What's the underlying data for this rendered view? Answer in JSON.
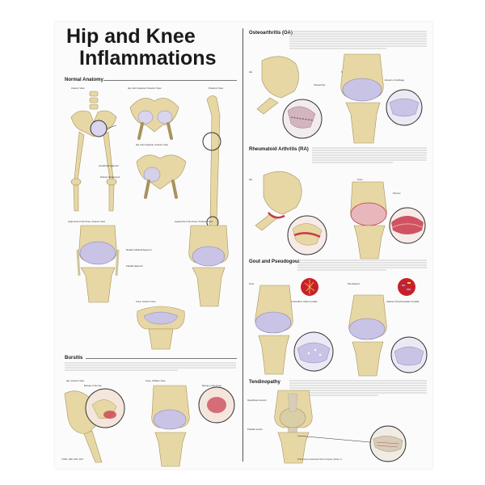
{
  "title": {
    "line1": "Hip and Knee",
    "line2": "Inflammations"
  },
  "sections": {
    "normal_anatomy": "Normal Anatomy",
    "bursitis": "Bursitis",
    "osteoarthritis": "Osteoarthritis (OA)",
    "rheumatoid": "Rheumatoid Arthritis (RA)",
    "gout": "Gout and Pseudogout",
    "tendinopathy": "Tendinopathy"
  },
  "labels": {
    "anterior_view": "Anterior View",
    "hip_capsule_posterior": "Hip Joint Capsule, Posterior View",
    "posterior_view": "Posterior View",
    "acetabular_ligament": "Acetabular ligament",
    "hip_capsule_anterior": "Hip Joint Capsule, Anterior View",
    "iliofemoral_ligament": "Iliofemoral ligament",
    "ligaments_knee_anterior": "Ligaments of the Knee, Anterior View",
    "ligaments_knee_posterior": "Ligaments of the Knee, Posterior View",
    "knee_anterior_view": "Knee, Anterior View",
    "medial_collateral_ligament": "Medial collateral ligament",
    "patellar_ligament": "Patellar ligament",
    "hip": "Hip",
    "knee": "Knee",
    "bursae_of_hip": "Bursae of the Hip",
    "bursae_of_knee": "Bursae of the Knee",
    "hip_anterior_view": "Hip, Anterior View",
    "knee_oblique_view": "Knee, Oblique View",
    "monosodium_urate": "Monosodium Urate Crystals",
    "calcium_pyrophosphate": "Calcium Pyrophosphate Crystals",
    "gout": "Gout",
    "pseudogout": "Pseudogout",
    "osteophyte": "Osteophyte",
    "erosion_of_cartilage": "Erosion of cartilage",
    "pannus": "Pannus",
    "quadriceps_tendon": "Quadriceps tendon",
    "patellar_tendon": "Patellar tendon"
  },
  "footer": {
    "copyright": "©1996, 1998, 2003, 2007",
    "publisher": "Published by Anatomical Chart Company, Skokie, IL"
  },
  "colors": {
    "bone": "#e6d7a4",
    "cartilage": "#b9b3de",
    "inflamed": "#c8384a",
    "magnifier": "#333333"
  }
}
